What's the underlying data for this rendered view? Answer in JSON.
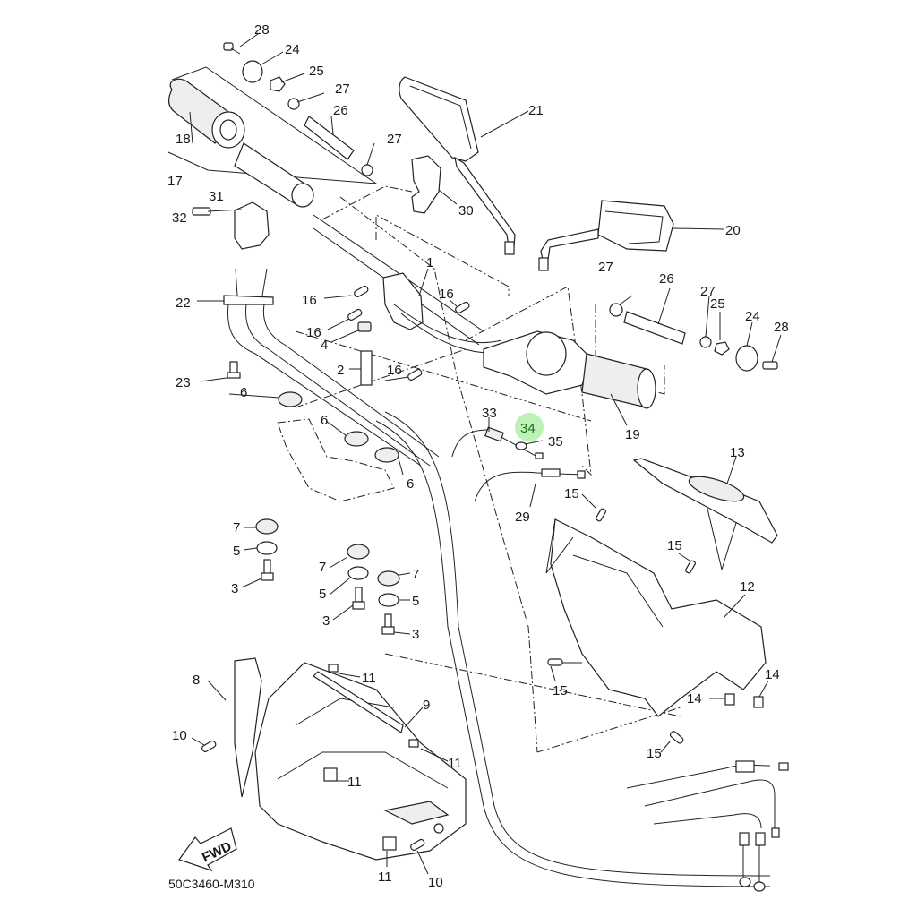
{
  "diagram": {
    "code": "50C3460-M310",
    "fwd_label": "FWD",
    "highlight": {
      "part": "34",
      "color": "#b6efae",
      "text_color": "#1f6b1f"
    },
    "callouts": [
      {
        "id": "c28a",
        "text": "28"
      },
      {
        "id": "c24a",
        "text": "24"
      },
      {
        "id": "c25a",
        "text": "25"
      },
      {
        "id": "c27a",
        "text": "27"
      },
      {
        "id": "c26a",
        "text": "26"
      },
      {
        "id": "c27b",
        "text": "27"
      },
      {
        "id": "c18",
        "text": "18"
      },
      {
        "id": "c17",
        "text": "17"
      },
      {
        "id": "c21",
        "text": "21"
      },
      {
        "id": "c30",
        "text": "30"
      },
      {
        "id": "c31",
        "text": "31"
      },
      {
        "id": "c32",
        "text": "32"
      },
      {
        "id": "c20",
        "text": "20"
      },
      {
        "id": "c1",
        "text": "1"
      },
      {
        "id": "c22",
        "text": "22"
      },
      {
        "id": "c16a",
        "text": "16"
      },
      {
        "id": "c16b",
        "text": "16"
      },
      {
        "id": "c16c",
        "text": "16"
      },
      {
        "id": "c16d",
        "text": "16"
      },
      {
        "id": "c4",
        "text": "4"
      },
      {
        "id": "c2",
        "text": "2"
      },
      {
        "id": "c23",
        "text": "23"
      },
      {
        "id": "c27c",
        "text": "27"
      },
      {
        "id": "c26b",
        "text": "26"
      },
      {
        "id": "c27d",
        "text": "27"
      },
      {
        "id": "c25b",
        "text": "25"
      },
      {
        "id": "c24b",
        "text": "24"
      },
      {
        "id": "c28b",
        "text": "28"
      },
      {
        "id": "c19",
        "text": "19"
      },
      {
        "id": "c6a",
        "text": "6"
      },
      {
        "id": "c6b",
        "text": "6"
      },
      {
        "id": "c6c",
        "text": "6"
      },
      {
        "id": "c33",
        "text": "33"
      },
      {
        "id": "c34",
        "text": "34"
      },
      {
        "id": "c35",
        "text": "35"
      },
      {
        "id": "c13",
        "text": "13"
      },
      {
        "id": "c29",
        "text": "29"
      },
      {
        "id": "c15a",
        "text": "15"
      },
      {
        "id": "c15b",
        "text": "15"
      },
      {
        "id": "c15c",
        "text": "15"
      },
      {
        "id": "c15d",
        "text": "15"
      },
      {
        "id": "c12",
        "text": "12"
      },
      {
        "id": "c14a",
        "text": "14"
      },
      {
        "id": "c14b",
        "text": "14"
      },
      {
        "id": "c7a",
        "text": "7"
      },
      {
        "id": "c5a",
        "text": "5"
      },
      {
        "id": "c3a",
        "text": "3"
      },
      {
        "id": "c7b",
        "text": "7"
      },
      {
        "id": "c5b",
        "text": "5"
      },
      {
        "id": "c3b",
        "text": "3"
      },
      {
        "id": "c7c",
        "text": "7"
      },
      {
        "id": "c5c",
        "text": "5"
      },
      {
        "id": "c3c",
        "text": "3"
      },
      {
        "id": "c8",
        "text": "8"
      },
      {
        "id": "c11a",
        "text": "11"
      },
      {
        "id": "c9",
        "text": "9"
      },
      {
        "id": "c10a",
        "text": "10"
      },
      {
        "id": "c11b",
        "text": "11"
      },
      {
        "id": "c11c",
        "text": "11"
      },
      {
        "id": "c11d",
        "text": "11"
      },
      {
        "id": "c10b",
        "text": "10"
      }
    ]
  }
}
